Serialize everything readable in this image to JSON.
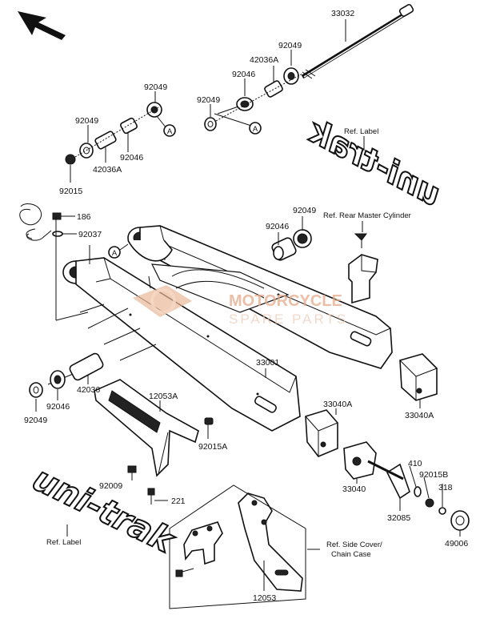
{
  "labels": {
    "p33032": "33032",
    "p92049_a": "92049",
    "p42036A_a": "42036A",
    "p92046_a": "92046",
    "p92049_b": "92049",
    "p92049_c": "92049",
    "p92049_d": "92049",
    "p92046_b": "92046",
    "p42036A_b": "42036A",
    "p92015": "92015",
    "ref_label_top": "Ref. Label",
    "p186": "186",
    "p92037": "92037",
    "p92046_c": "92046",
    "p92049_e": "92049",
    "ref_rear_master": "Ref. Rear Master Cylinder",
    "p42036": "42036",
    "p92049_f": "92049",
    "p92046_d": "92046",
    "p33001": "33001",
    "p12053A": "12053A",
    "p92015A": "92015A",
    "p92009": "92009",
    "p221": "221",
    "p33040A_a": "33040A",
    "p33040A_b": "33040A",
    "p33040": "33040",
    "p410": "410",
    "p92015B": "92015B",
    "p318": "318",
    "p32085": "32085",
    "p49006": "49006",
    "ref_side_cover": "Ref. Side Cover/",
    "chain_case": "Chain Case",
    "p12053": "12053",
    "ref_label_bottom": "Ref. Label",
    "callout_a": "A"
  },
  "brand_text": {
    "top_mirrored": "uni-trak",
    "bottom": "uni-trak"
  },
  "watermark": {
    "line1": "MOTORCYCLE",
    "line2": "SPARE PARTS",
    "colors": [
      "#e3a98a",
      "#f0ccb8"
    ]
  },
  "icons": [
    "direction-arrow-icon",
    "motorcycle-logo"
  ]
}
